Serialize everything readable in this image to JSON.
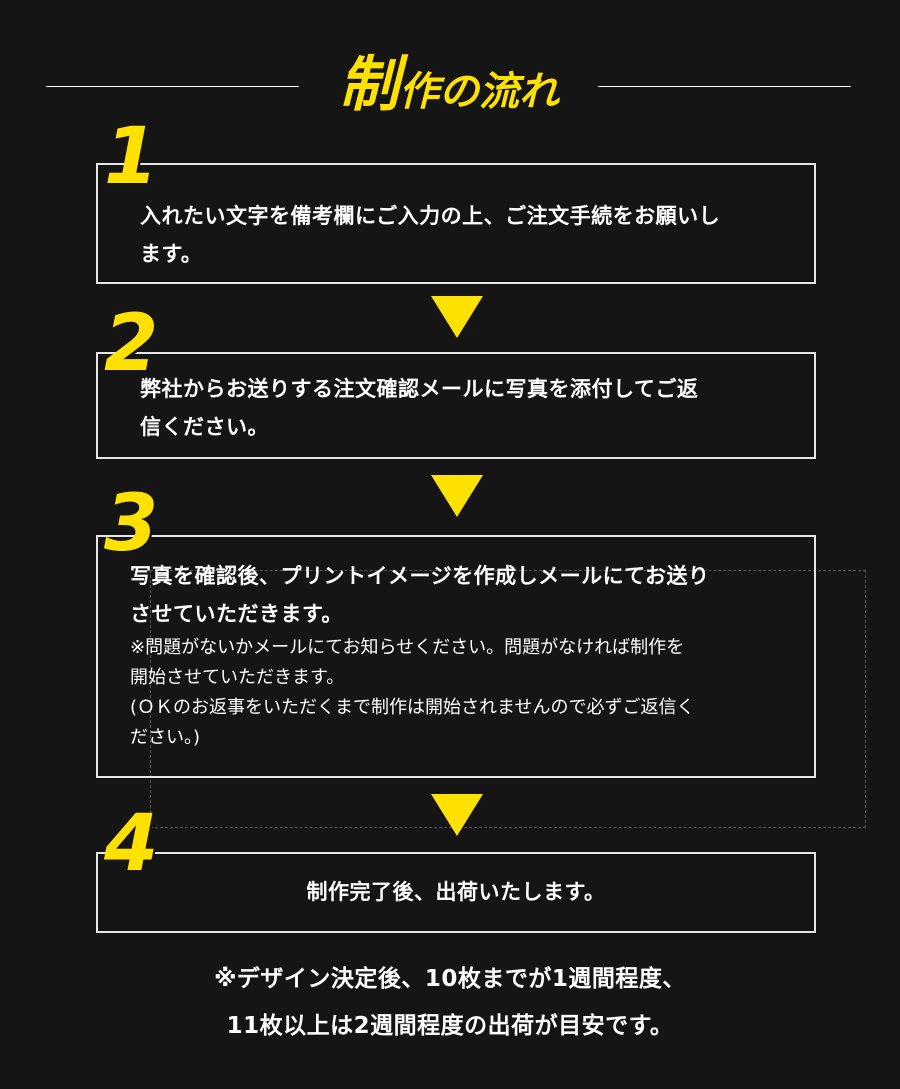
{
  "header": {
    "title_big": "制",
    "title_rest": "作の流れ"
  },
  "steps": [
    {
      "number": "1",
      "text_line1": "入れたい文字を備考欄にご入力の上、ご注文手続をお願いし",
      "text_line2": "ます。"
    },
    {
      "number": "2",
      "text_line1": "弊社からお送りする注文確認メールに写真を添付してご返",
      "text_line2": "信ください。"
    },
    {
      "number": "3",
      "text_line1": "写真を確認後、プリントイメージを作成しメールにてお送り",
      "text_line2": "させていただきます。",
      "note_line1": "※問題がないかメールにてお知らせください。問題がなければ制作を",
      "note_line2": "開始させていただきます。",
      "note_line3": "(ＯＫのお返事をいただくまで制作は開始されませんので必ずご返信く",
      "note_line4": "ださい。)"
    },
    {
      "number": "4",
      "text_line1": "制作完了後、出荷いたします。"
    }
  ],
  "footer": {
    "line1": "※デザイン決定後、10枚までが1週間程度、",
    "line2": "11枚以上は2週間程度の出荷が目安です。"
  },
  "colors": {
    "accent": "#ffe100",
    "background": "#151515",
    "text": "#ffffff"
  }
}
